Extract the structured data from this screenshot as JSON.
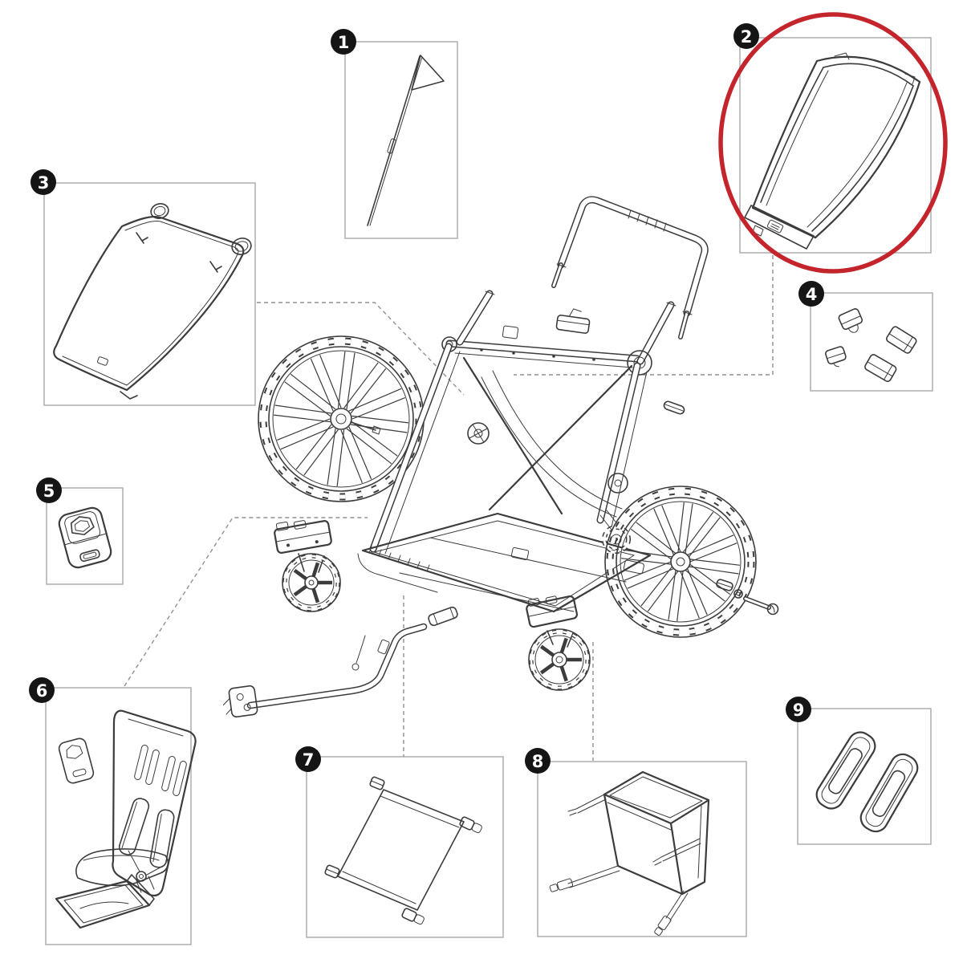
{
  "diagram": {
    "kind": "exploded-parts-diagram",
    "callouts": [
      {
        "number": "1",
        "part": "safety flag"
      },
      {
        "number": "2",
        "part": "windscreen cover",
        "highlighted": true
      },
      {
        "number": "3",
        "part": "canopy frame"
      },
      {
        "number": "4",
        "part": "mounting clips"
      },
      {
        "number": "5",
        "part": "harness buckle pad"
      },
      {
        "number": "6",
        "part": "seat with harness"
      },
      {
        "number": "7",
        "part": "base fabric panel"
      },
      {
        "number": "8",
        "part": "cargo bag"
      },
      {
        "number": "9",
        "part": "side trim covers"
      }
    ],
    "highlighted_callout_number": "2",
    "colors": {
      "background": "#ffffff",
      "line": "#3c3c3c",
      "badge": "#151515",
      "box_border": "#a8a8a8",
      "connector": "#909090",
      "highlight": "#c4242b"
    }
  }
}
